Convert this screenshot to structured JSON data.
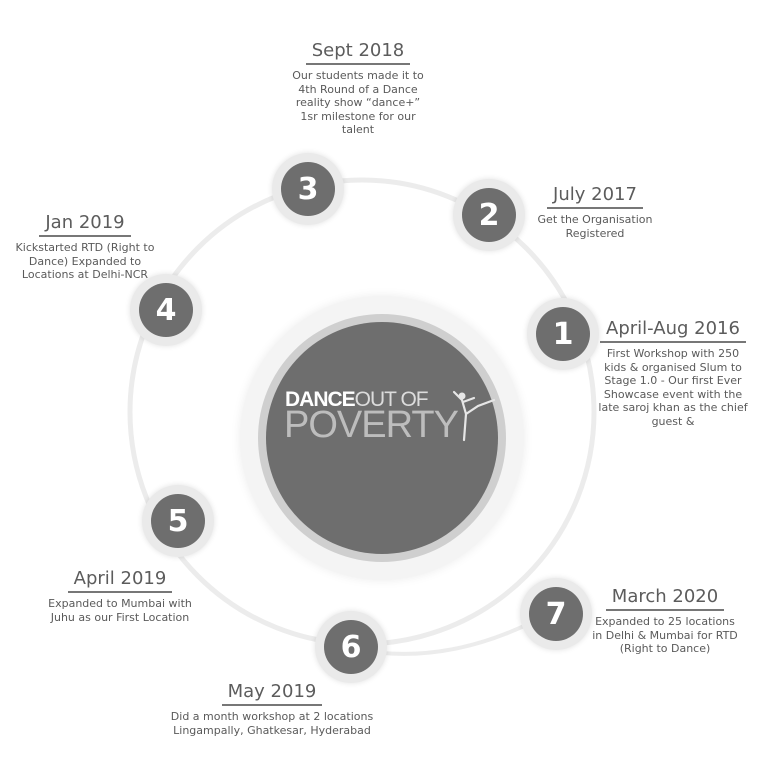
{
  "logo": {
    "line1_bold": "DANCE",
    "line1_light": "OUT OF",
    "line2": "POVERTY",
    "dancer_icon": "dancer-silhouette-icon"
  },
  "milestones": [
    {
      "number": "1",
      "date": "April-Aug 2016",
      "description": "First Workshop with 250 kids & organised Slum to Stage 1.0 - Our first Ever Showcase event with the late saroj khan as the chief guest &"
    },
    {
      "number": "2",
      "date": "July 2017",
      "description": "Get the Organisation Registered"
    },
    {
      "number": "3",
      "date": "Sept 2018",
      "description": "Our students made it to 4th Round of a Dance reality show “dance+” 1sr milestone for our talent"
    },
    {
      "number": "4",
      "date": "Jan 2019",
      "description": "Kickstarted RTD (Right to Dance) Expanded to Locations at Delhi-NCR"
    },
    {
      "number": "5",
      "date": "April 2019",
      "description": "Expanded to Mumbai with Juhu as our First Location"
    },
    {
      "number": "6",
      "date": "May 2019",
      "description": "Did a month workshop at 2 locations Lingampally, Ghatkesar, Hyderabad"
    },
    {
      "number": "7",
      "date": "March 2020",
      "description": "Expanded to 25 locations in Delhi & Mumbai for RTD (Right to Dance)"
    }
  ],
  "colors": {
    "node": "#6e6e6e",
    "ring": "#ececec",
    "hub": "#6e6e6e",
    "text": "#5a5a5a"
  }
}
